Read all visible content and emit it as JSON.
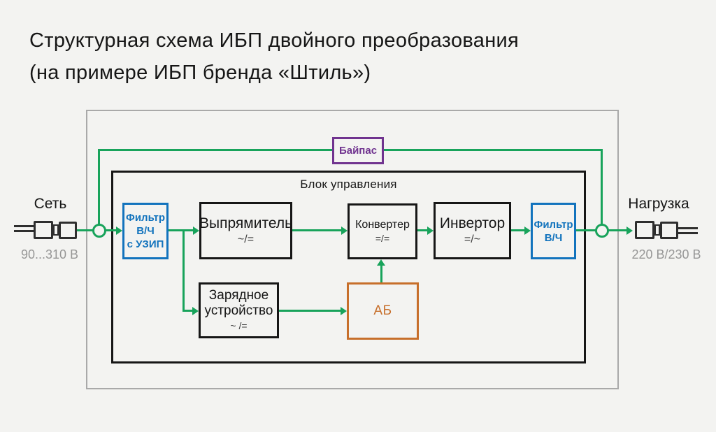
{
  "title": {
    "line1": "Структурная схема ИБП двойного преобразования",
    "line2": "(на примере ИБП бренда «Штиль»)"
  },
  "diagram": {
    "control_block_label": "Блок управления",
    "bypass": {
      "label": "Байпас"
    },
    "input_filter": {
      "line1": "Фильтр",
      "line2": "В/Ч",
      "line3": "с УЗИП"
    },
    "rectifier": {
      "title": "Выпрямитель",
      "symbol": "~/="
    },
    "converter": {
      "title": "Конвертер",
      "symbol": "=/="
    },
    "inverter": {
      "title": "Инвертор",
      "symbol": "=/~"
    },
    "output_filter": {
      "line1": "Фильтр",
      "line2": "В/Ч"
    },
    "charger": {
      "line1": "Зарядное",
      "line2": "устройство",
      "symbol": "~ /="
    },
    "battery": {
      "label": "АБ"
    },
    "input": {
      "label": "Сеть",
      "voltage": "90...310 В"
    },
    "output": {
      "label": "Нагрузка",
      "voltage": "220 В/230 В"
    }
  },
  "colors": {
    "green": "#18a35b",
    "blue": "#1273bd",
    "purple": "#70338f",
    "orange": "#c76f2b",
    "ink": "#161616",
    "frame_gray": "#a9a9a9",
    "text_gray": "#969696",
    "bg": "#f3f3f1"
  }
}
